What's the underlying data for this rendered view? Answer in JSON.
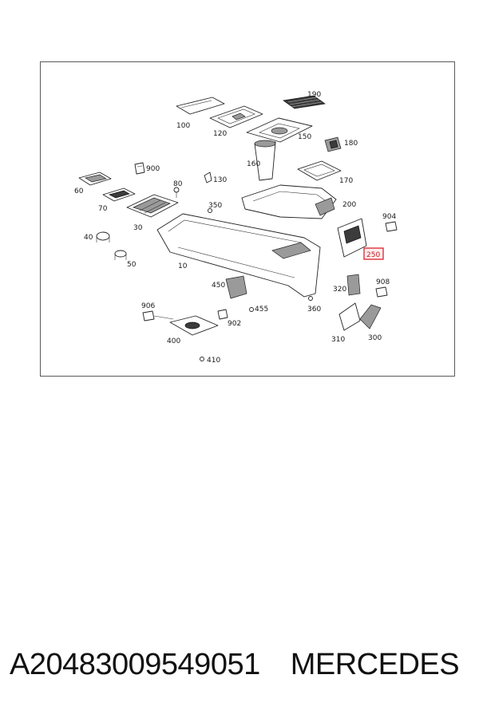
{
  "diagram": {
    "highlight_color": "#e0303a",
    "highlighted_part": "250",
    "callouts": {
      "c100": "100",
      "c120": "120",
      "c150": "150",
      "c190": "190",
      "c180": "180",
      "c160": "160",
      "c170": "170",
      "c900": "900",
      "c60": "60",
      "c70": "70",
      "c80": "80",
      "c130": "130",
      "c200": "200",
      "c350": "350",
      "c904": "904",
      "c30": "30",
      "c40": "40",
      "c50": "50",
      "c10": "10",
      "c250": "250",
      "c450": "450",
      "c908": "908",
      "c320": "320",
      "c906": "906",
      "c455": "455",
      "c360": "360",
      "c902": "902",
      "c400": "400",
      "c310": "310",
      "c300": "300",
      "c410": "410"
    }
  },
  "caption": {
    "part_number": "A20483009549051",
    "brand": "MERCEDES"
  }
}
